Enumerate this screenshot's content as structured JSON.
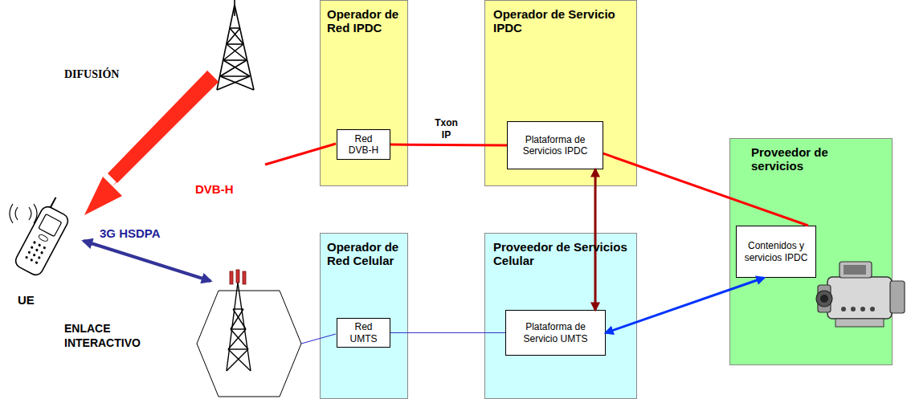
{
  "diagram": {
    "nodes": [
      {
        "text": [
          "Operador de Red IPDC"
        ]
      },
      {
        "text": [
          "Red DVB-H"
        ],
        "in": 0
      },
      {
        "text": [
          "Operador de Servicio IPDC"
        ]
      },
      {
        "text": [
          "Plataforma de Servicios IPDC"
        ],
        "in": 2
      },
      {
        "text": [
          "Proveedor de servicios"
        ]
      },
      {
        "text": [
          "Contenidos y servicios IPDC"
        ],
        "in": 4
      },
      {
        "text": [
          "Operador de Red Celular"
        ]
      },
      {
        "text": [
          "Red UMTS"
        ],
        "in": 6
      },
      {
        "text": [
          "Proveedor de Servicios Celular"
        ]
      },
      {
        "text": [
          "Plataforma de Servicio UMTS"
        ],
        "in": 8
      }
    ],
    "edges": [
      {
        "from": 1,
        "to": 3,
        "label": "Txon IP",
        "arrow": "none"
      },
      {
        "from": 3,
        "to": 9,
        "arrow": "both"
      },
      {
        "from": 3,
        "to": 5,
        "arrow": "none"
      },
      {
        "from": 9,
        "to": 5,
        "arrow": "both"
      },
      {
        "from": 7,
        "to": 9,
        "arrow": "none"
      }
    ],
    "labels": [
      "DIFUSIÓN",
      "DVB-H",
      "3G HSDPA",
      "UE",
      "ENLACE INTERACTIVO"
    ]
  }
}
